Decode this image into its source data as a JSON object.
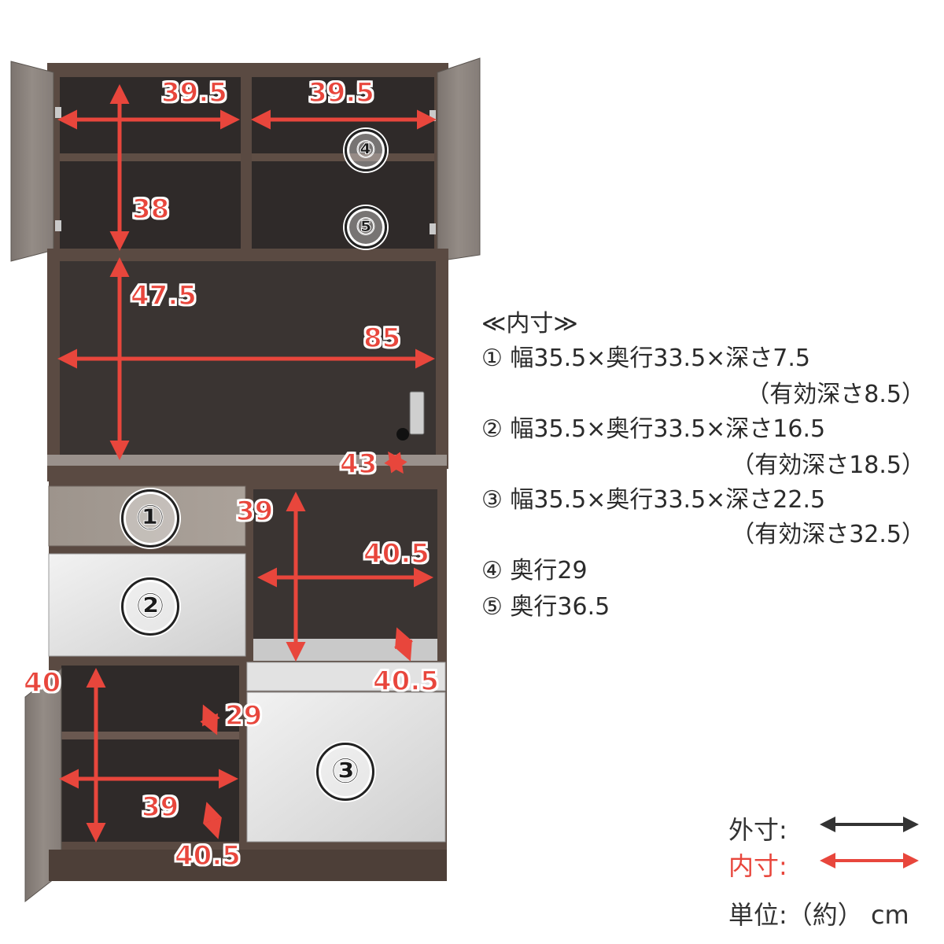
{
  "dimension_labels": {
    "upper_left_width": "39.5",
    "upper_right_width": "39.5",
    "upper_left_height": "38",
    "middle_height": "47.5",
    "middle_width": "85",
    "counter_depth": "43",
    "right_mid_height": "39",
    "right_mid_width": "40.5",
    "right_mid_depth": "40.5",
    "lower_left_height": "40",
    "lower_left_shelf_depth": "29",
    "lower_left_width": "39",
    "lower_left_depth": "40.5"
  },
  "callouts": {
    "c1": "①",
    "c2": "②",
    "c3": "③",
    "c4": "④",
    "c5": "⑤"
  },
  "specs": {
    "heading": "≪内寸≫",
    "rows": [
      {
        "line": "①  幅35.5×奥行33.5×深さ7.5",
        "sub": "（有効深さ8.5）"
      },
      {
        "line": "②  幅35.5×奥行33.5×深さ16.5",
        "sub": "（有効深さ18.5）"
      },
      {
        "line": "③  幅35.5×奥行33.5×深さ22.5",
        "sub": "（有効深さ32.5）"
      },
      {
        "line": "④  奥行29",
        "sub": ""
      },
      {
        "line": "⑤  奥行36.5",
        "sub": ""
      }
    ]
  },
  "legend": {
    "outer_label": "外寸:",
    "inner_label": "内寸:",
    "unit_label": "単位:（約） cm",
    "outer_color": "#333333",
    "inner_color": "#e8463c"
  },
  "colors": {
    "dark_wood": "#5a4a42",
    "cavity": "#3a3432",
    "gray_door": "#8b847e",
    "white_drawer": "#dcdcdc",
    "taupe_drawer": "#a39a92",
    "arrow_red": "#e8463c"
  }
}
